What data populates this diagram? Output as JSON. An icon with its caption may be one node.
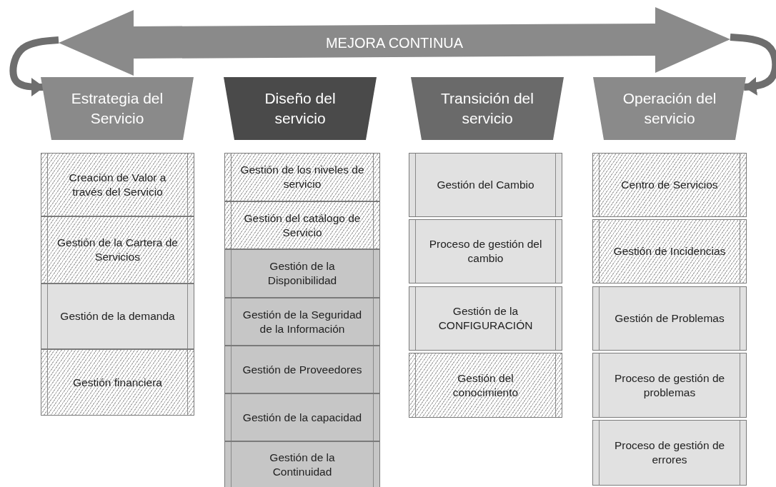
{
  "diagram": {
    "nodes": [
      {
        "text": [
          "MEJORA CONTINUA"
        ]
      },
      {
        "text": [
          "Estrategia del Servicio"
        ]
      },
      {
        "text": [
          "Diseño del servicio"
        ]
      },
      {
        "text": [
          "Transición del servicio"
        ]
      },
      {
        "text": [
          "Operación del servicio"
        ]
      },
      {
        "text": [
          "Creación de Valor a través del Servicio"
        ]
      },
      {
        "text": [
          "Gestión de la Cartera de Servicios"
        ]
      },
      {
        "text": [
          "Gestión de la demanda"
        ]
      },
      {
        "text": [
          "Gestión financiera"
        ]
      },
      {
        "text": [
          "Gestión de los niveles de servicio"
        ]
      },
      {
        "text": [
          "Gestión del catálogo de Servicio"
        ]
      },
      {
        "text": [
          "Gestión de la Disponibilidad"
        ]
      },
      {
        "text": [
          "Gestión de la Seguridad de la Información"
        ]
      },
      {
        "text": [
          "Gestión de Proveedores"
        ]
      },
      {
        "text": [
          "Gestión de la capacidad"
        ]
      },
      {
        "text": [
          "Gestión de la Continuidad"
        ]
      },
      {
        "text": [
          "Gestión del Cambio"
        ]
      },
      {
        "text": [
          "Proceso de gestión del cambio"
        ]
      },
      {
        "text": [
          "Gestión de la CONFIGURACIÓN"
        ]
      },
      {
        "text": [
          "Gestión del conocimiento"
        ]
      },
      {
        "text": [
          "Centro de Servicios"
        ]
      },
      {
        "text": [
          "Gestión de Incidencias"
        ]
      },
      {
        "text": [
          "Gestión de Problemas"
        ]
      },
      {
        "text": [
          "Proceso de gestión de problemas"
        ]
      },
      {
        "text": [
          "Proceso de gestión de errores"
        ]
      }
    ],
    "edges": [
      {
        "from": 0,
        "to": 1,
        "arrow": "to"
      },
      {
        "from": 0,
        "to": 4,
        "arrow": "to"
      }
    ]
  }
}
